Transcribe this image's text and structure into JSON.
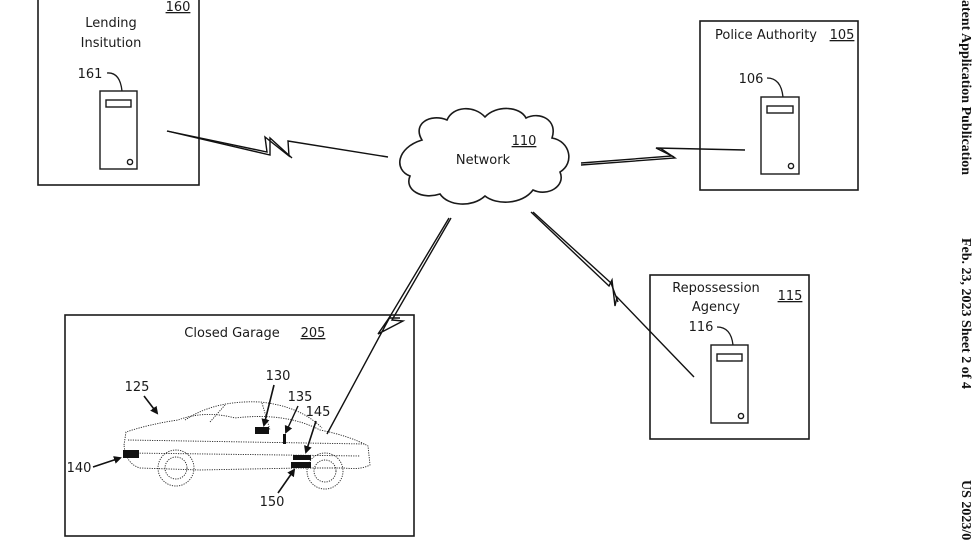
{
  "header": {
    "publication": "atent Application Publication",
    "date_sheet": "Feb. 23, 2023  Sheet 2 of 4",
    "number": "US 2023/0"
  },
  "nodes": {
    "lending": {
      "title_line1": "Lending",
      "title_line2": "Insitution",
      "ref": "160",
      "server_ref": "161"
    },
    "police": {
      "title": "Police Authority",
      "ref": "105",
      "server_ref": "106"
    },
    "network": {
      "title": "Network",
      "ref": "110"
    },
    "repo": {
      "title_line1": "Repossession",
      "title_line2": "Agency",
      "ref": "115",
      "server_ref": "116"
    },
    "garage": {
      "title": "Closed Garage",
      "ref": "205"
    }
  },
  "vehicle": {
    "ref": "125",
    "components": [
      {
        "ref": "130"
      },
      {
        "ref": "135"
      },
      {
        "ref": "140"
      },
      {
        "ref": "145"
      },
      {
        "ref": "150"
      }
    ]
  },
  "links": [
    {
      "from": "lending",
      "to": "network",
      "type": "wireless"
    },
    {
      "from": "network",
      "to": "police",
      "type": "wireless"
    },
    {
      "from": "network",
      "to": "garage",
      "type": "wireless"
    },
    {
      "from": "network",
      "to": "repo",
      "type": "wireless"
    }
  ]
}
